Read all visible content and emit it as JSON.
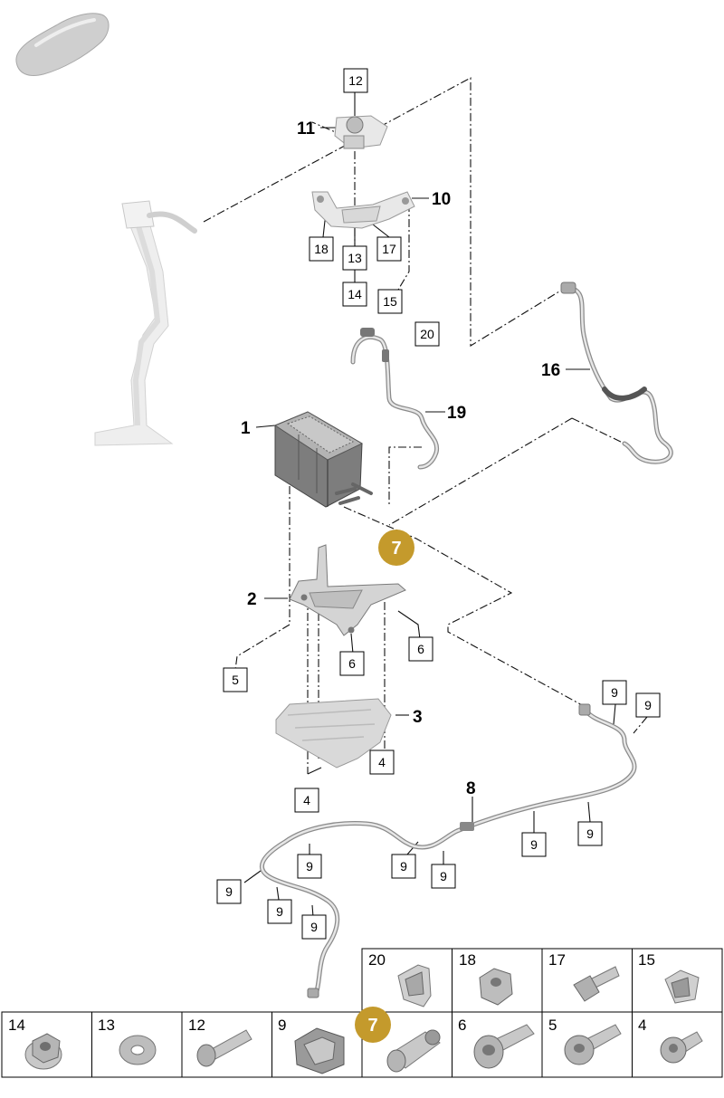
{
  "callouts": {
    "p1": "1",
    "p2": "2",
    "p3": "3",
    "p8": "8",
    "p10": "10",
    "p11": "11",
    "p16": "16",
    "p19": "19"
  },
  "boxes": {
    "b12": "12",
    "b18": "18",
    "b13": "13",
    "b17": "17",
    "b14": "14",
    "b15": "15",
    "b20": "20",
    "b6a": "6",
    "b6b": "6",
    "b5": "5",
    "b4a": "4",
    "b4b": "4",
    "b9a": "9",
    "b9b": "9",
    "b9c": "9",
    "b9d": "9",
    "b9e": "9",
    "b9f": "9",
    "b9g": "9",
    "b9h": "9",
    "b9i": "9",
    "b9j": "9"
  },
  "badge": {
    "label": "7",
    "color": "#c49a2c"
  },
  "legend": {
    "top_row": [
      {
        "num": "20",
        "icon": "clip-icon"
      },
      {
        "num": "18",
        "icon": "nut-icon"
      },
      {
        "num": "17",
        "icon": "bolt-icon"
      },
      {
        "num": "15",
        "icon": "clip-icon"
      }
    ],
    "bottom_row": [
      {
        "num": "14",
        "icon": "flange-nut-icon"
      },
      {
        "num": "13",
        "icon": "washer-icon"
      },
      {
        "num": "12",
        "icon": "bolt-icon"
      },
      {
        "num": "9",
        "icon": "clip-icon"
      },
      {
        "num": "7",
        "icon": "sleeve-icon"
      },
      {
        "num": "6",
        "icon": "bolt-icon"
      },
      {
        "num": "5",
        "icon": "bolt-icon"
      },
      {
        "num": "4",
        "icon": "bolt-icon"
      }
    ]
  }
}
